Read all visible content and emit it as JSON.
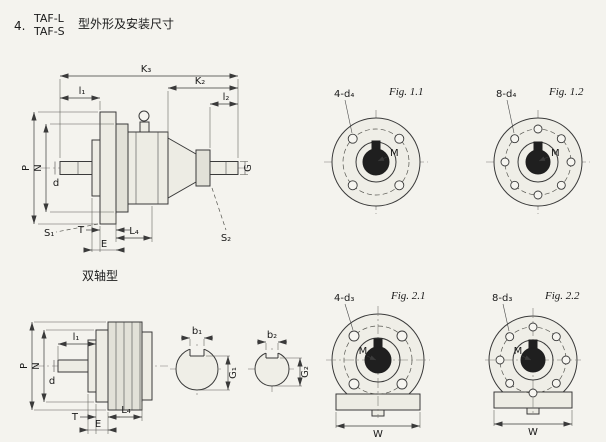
{
  "page": {
    "title_index": "4.",
    "title_model_1": "TAF-L",
    "title_model_2": "TAF-S",
    "title_text": "型外形及安装尺寸",
    "section_label": "双轴型"
  },
  "drawing_top": {
    "dims": {
      "K3": "K₃",
      "K2": "K₂",
      "l1": "l₁",
      "l2": "l₂",
      "P": "P",
      "N": "N",
      "d": "d",
      "G": "G",
      "S1": "S₁",
      "S2": "S₂",
      "T": "T",
      "E": "E",
      "L4": "L₄"
    }
  },
  "drawing_bottom": {
    "dims": {
      "l1": "l₁",
      "P": "P",
      "N": "N",
      "d": "d",
      "T": "T",
      "L4": "L₄",
      "E": "E"
    }
  },
  "shaft_sections": {
    "a": {
      "width": "b₁",
      "depth": "G₁"
    },
    "b": {
      "width": "b₂",
      "depth": "G₂"
    }
  },
  "figs": {
    "f11": {
      "name": "Fig. 1.1",
      "holes": "4-d₄",
      "bore": "M"
    },
    "f12": {
      "name": "Fig. 1.2",
      "holes": "8-d₄",
      "bore": "M"
    },
    "f21": {
      "name": "Fig. 2.1",
      "holes": "4-d₃",
      "bore": "M",
      "width": "W"
    },
    "f22": {
      "name": "Fig. 2.2",
      "holes": "8-d₃",
      "bore": "M",
      "width": "W"
    }
  }
}
